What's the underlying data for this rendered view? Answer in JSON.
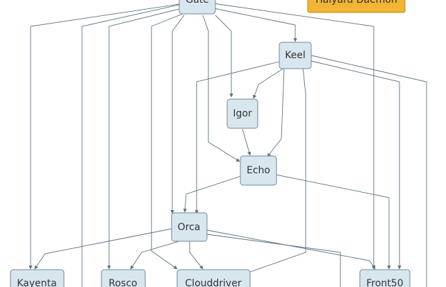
{
  "diagram": {
    "colors": {
      "node_fill": "#d8e7ed",
      "node_stroke": "#6e8796",
      "edge": "#5a7080",
      "highlight_fill": "#f1b434",
      "highlight_stroke": "#b9831a"
    },
    "nodes": [
      {
        "id": "gate",
        "label": "Gate"
      },
      {
        "id": "halyard",
        "label": "Halyard Daemon",
        "highlight": true
      },
      {
        "id": "keel",
        "label": "Keel"
      },
      {
        "id": "igor",
        "label": "Igor"
      },
      {
        "id": "echo",
        "label": "Echo"
      },
      {
        "id": "orca",
        "label": "Orca"
      },
      {
        "id": "kayenta",
        "label": "Kayenta"
      },
      {
        "id": "rosco",
        "label": "Rosco"
      },
      {
        "id": "clouddriver",
        "label": "Clouddriver"
      },
      {
        "id": "front50",
        "label": "Front50"
      }
    ],
    "edges": [
      {
        "from": "gate",
        "to": "keel"
      },
      {
        "from": "gate",
        "to": "igor"
      },
      {
        "from": "gate",
        "to": "echo"
      },
      {
        "from": "gate",
        "to": "orca"
      },
      {
        "from": "gate",
        "to": "kayenta"
      },
      {
        "from": "gate",
        "to": "rosco"
      },
      {
        "from": "gate",
        "to": "clouddriver"
      },
      {
        "from": "gate",
        "to": "front50"
      },
      {
        "from": "keel",
        "to": "igor"
      },
      {
        "from": "keel",
        "to": "echo"
      },
      {
        "from": "keel",
        "to": "orca"
      },
      {
        "from": "keel",
        "to": "clouddriver"
      },
      {
        "from": "keel",
        "to": "front50"
      },
      {
        "from": "igor",
        "to": "echo"
      },
      {
        "from": "echo",
        "to": "orca"
      },
      {
        "from": "echo",
        "to": "front50"
      },
      {
        "from": "orca",
        "to": "kayenta"
      },
      {
        "from": "orca",
        "to": "rosco"
      },
      {
        "from": "orca",
        "to": "clouddriver"
      },
      {
        "from": "orca",
        "to": "front50"
      }
    ]
  }
}
